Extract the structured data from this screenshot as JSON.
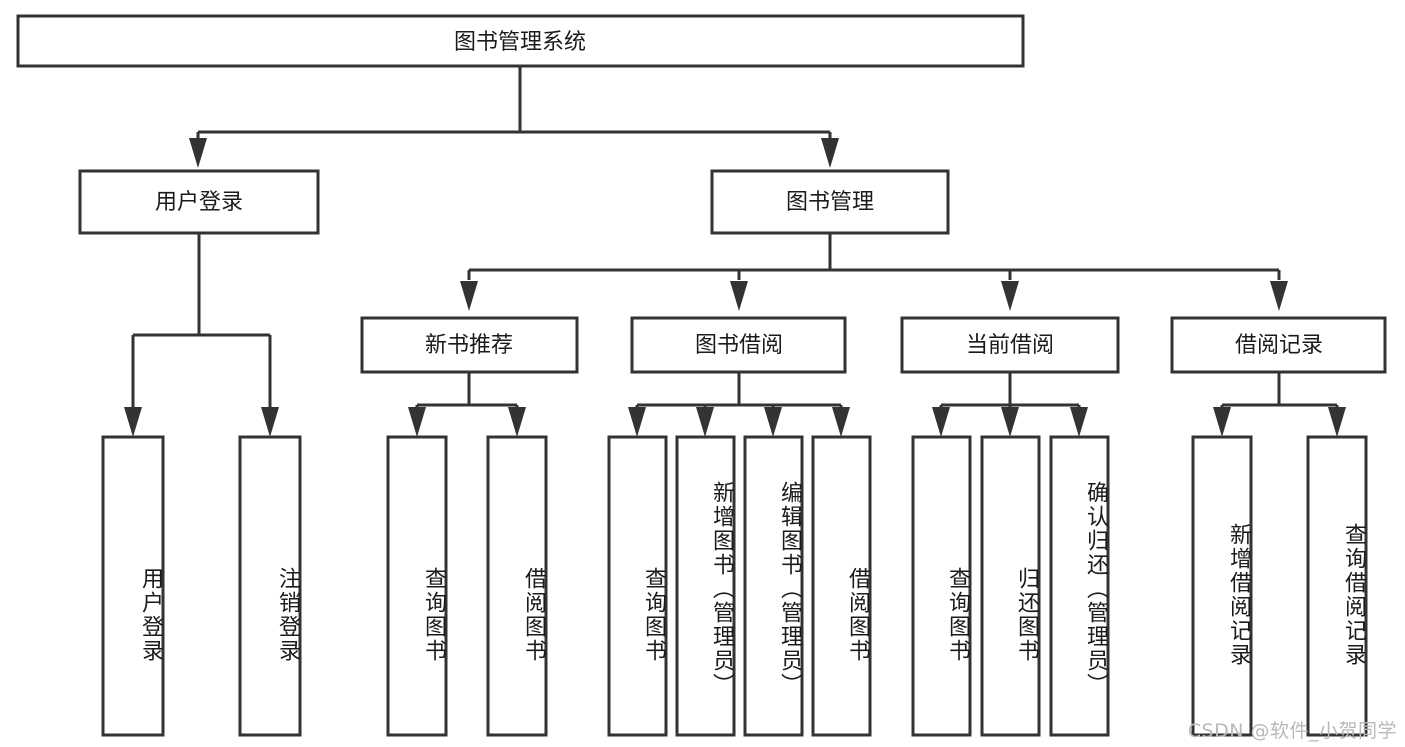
{
  "diagram": {
    "title": "图书管理系统",
    "watermark": "CSDN @软件_小贺同学",
    "colors": {
      "box_stroke": "#333333",
      "box_fill": "#ffffff",
      "text": "#1b1b1b",
      "watermark": "#b9b9b9",
      "background": "#ffffff"
    },
    "root": {
      "label": "图书管理系统"
    },
    "level2": [
      {
        "label": "用户登录"
      },
      {
        "label": "图书管理"
      }
    ],
    "level3": [
      {
        "label": "新书推荐"
      },
      {
        "label": "图书借阅"
      },
      {
        "label": "当前借阅"
      },
      {
        "label": "借阅记录"
      }
    ],
    "leaves": {
      "user_login": [
        {
          "label": "用户登录"
        },
        {
          "label": "注销登录"
        }
      ],
      "new_book_recommend": [
        {
          "label": "查询图书"
        },
        {
          "label": "借阅图书"
        }
      ],
      "book_borrow": [
        {
          "label": "查询图书"
        },
        {
          "label": "新增图书（管理员）"
        },
        {
          "label": "编辑图书（管理员）"
        },
        {
          "label": "借阅图书"
        }
      ],
      "current_borrow": [
        {
          "label": "查询图书"
        },
        {
          "label": "归还图书"
        },
        {
          "label": "确认归还（管理员）"
        }
      ],
      "borrow_record": [
        {
          "label": "新增借阅记录"
        },
        {
          "label": "查询借阅记录"
        }
      ]
    }
  }
}
